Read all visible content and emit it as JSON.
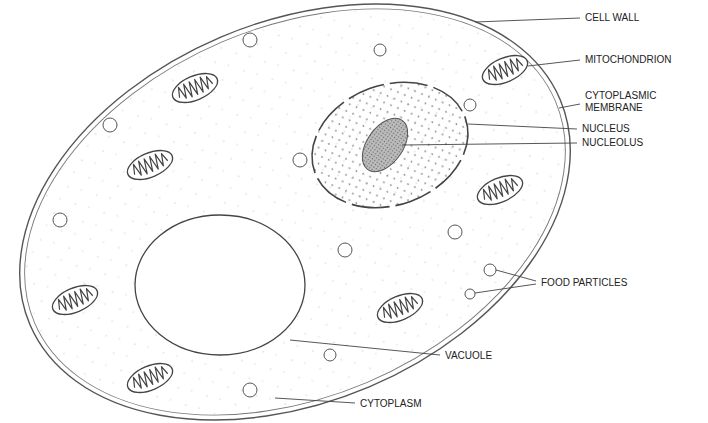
{
  "diagram": {
    "labels": [
      "CELL WALL",
      "MITOCHONDRION",
      "CYTOPLASMIC MEMBRANE",
      "NUCLEUS",
      "NUCLEOLUS",
      "FOOD PARTICLES",
      "VACUOLE",
      "CYTOPLASM"
    ]
  }
}
